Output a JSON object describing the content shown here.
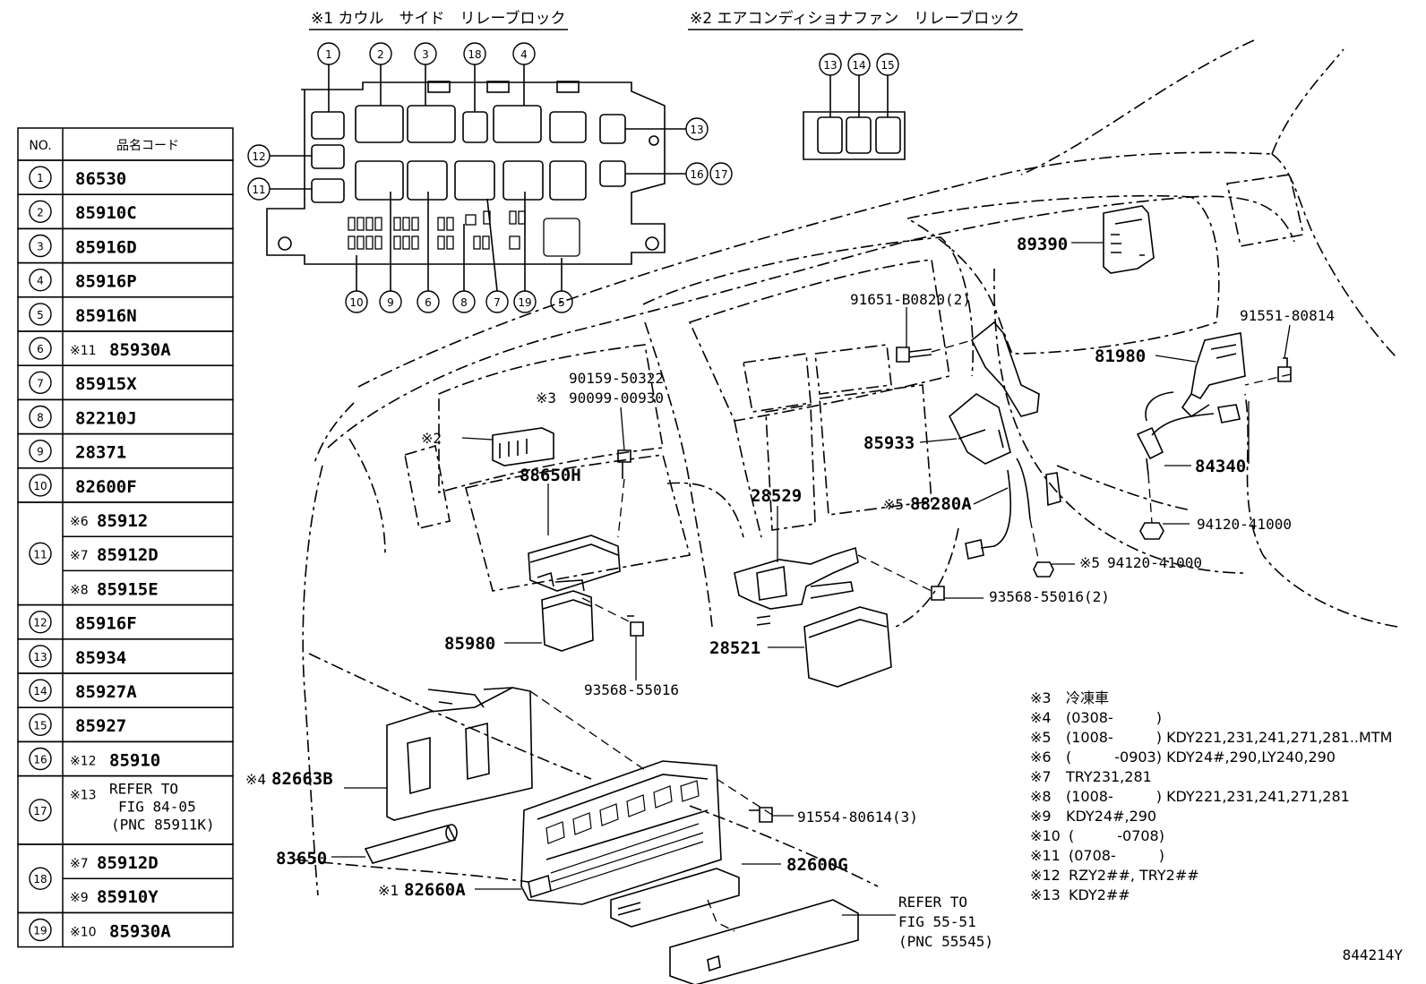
{
  "headers": {
    "cowl": "※1 カウル　サイド　リレーブロック",
    "aircon": "※2 エアコンディショナファン　リレーブロック"
  },
  "table": {
    "col_no": "NO.",
    "col_code": "品名コード",
    "rows": [
      {
        "no": "1",
        "items": [
          {
            "mark": "",
            "code": "86530"
          }
        ]
      },
      {
        "no": "2",
        "items": [
          {
            "mark": "",
            "code": "85910C"
          }
        ]
      },
      {
        "no": "3",
        "items": [
          {
            "mark": "",
            "code": "85916D"
          }
        ]
      },
      {
        "no": "4",
        "items": [
          {
            "mark": "",
            "code": "85916P"
          }
        ]
      },
      {
        "no": "5",
        "items": [
          {
            "mark": "",
            "code": "85916N"
          }
        ]
      },
      {
        "no": "6",
        "items": [
          {
            "mark": "※11",
            "code": "85930A"
          }
        ]
      },
      {
        "no": "7",
        "items": [
          {
            "mark": "",
            "code": "85915X"
          }
        ]
      },
      {
        "no": "8",
        "items": [
          {
            "mark": "",
            "code": "82210J"
          }
        ]
      },
      {
        "no": "9",
        "items": [
          {
            "mark": "",
            "code": "28371"
          }
        ]
      },
      {
        "no": "10",
        "items": [
          {
            "mark": "",
            "code": "82600F"
          }
        ]
      },
      {
        "no": "11",
        "items": [
          {
            "mark": "※6",
            "code": "85912"
          },
          {
            "mark": "※7",
            "code": "85912D"
          },
          {
            "mark": "※8",
            "code": "85915E"
          }
        ]
      },
      {
        "no": "12",
        "items": [
          {
            "mark": "",
            "code": "85916F"
          }
        ]
      },
      {
        "no": "13",
        "items": [
          {
            "mark": "",
            "code": "85934"
          }
        ]
      },
      {
        "no": "14",
        "items": [
          {
            "mark": "",
            "code": "85927A"
          }
        ]
      },
      {
        "no": "15",
        "items": [
          {
            "mark": "",
            "code": "85927"
          }
        ]
      },
      {
        "no": "16",
        "items": [
          {
            "mark": "※12",
            "code": "85910"
          }
        ]
      },
      {
        "no": "17",
        "items": [
          {
            "mark": "※13",
            "code": "REFER TO",
            "line2": "FIG 84-05",
            "line3": "(PNC 85911K)"
          }
        ]
      },
      {
        "no": "18",
        "items": [
          {
            "mark": "※7",
            "code": "85912D"
          },
          {
            "mark": "※9",
            "code": "85910Y"
          }
        ]
      },
      {
        "no": "19",
        "items": [
          {
            "mark": "※10",
            "code": "85930A"
          }
        ]
      }
    ]
  },
  "relay_block_callouts": [
    "1",
    "2",
    "3",
    "18",
    "4",
    "13",
    "12",
    "11",
    "16",
    "17",
    "10",
    "9",
    "6",
    "8",
    "7",
    "19",
    "5"
  ],
  "aircon_callouts": [
    "13",
    "14",
    "15"
  ],
  "part_labels": {
    "p89390": "89390",
    "p91651": "91651-B0820(2)",
    "p91551": "91551-80814",
    "p81980": "81980",
    "p85933": "85933",
    "p84340": "84340",
    "p90159": "90159-50322",
    "p90099_mark": "※3",
    "p90099": "90099-00930",
    "p2_mark": "※2",
    "p88650": "88650H",
    "p28529": "28529",
    "p88280_mark": "※5",
    "p88280": "88280A",
    "p94120a": "94120-41000",
    "p94120b_mark": "※5",
    "p94120b": "94120-41000",
    "p93568b": "93568-55016(2)",
    "p85980": "85980",
    "p28521": "28521",
    "p93568a": "93568-55016",
    "p82663_mark": "※4",
    "p82663": "82663B",
    "p91554": "91554-80614(3)",
    "p83650": "83650",
    "p82600g": "82600G",
    "p82660_mark": "※1",
    "p82660": "82660A",
    "refer1": "REFER TO",
    "refer2": "FIG 55-51",
    "refer3": "(PNC 55545)"
  },
  "notes": [
    {
      "mark": "※3",
      "text": "冷凍車"
    },
    {
      "mark": "※4",
      "text": "(0308-　　　)"
    },
    {
      "mark": "※5",
      "text": "(1008-　　　) KDY221,231,241,271,281..MTM"
    },
    {
      "mark": "※6",
      "text": "(　　　-0903) KDY24#,290,LY240,290"
    },
    {
      "mark": "※7",
      "text": "TRY231,281"
    },
    {
      "mark": "※8",
      "text": "(1008-　　　) KDY221,231,241,271,281"
    },
    {
      "mark": "※9",
      "text": "KDY24#,290"
    },
    {
      "mark": "※10",
      "text": "(　　　-0708)"
    },
    {
      "mark": "※11",
      "text": "(0708-　　　)"
    },
    {
      "mark": "※12",
      "text": "RZY2##, TRY2##"
    },
    {
      "mark": "※13",
      "text": "KDY2##"
    }
  ],
  "figure_id": "844214Y"
}
